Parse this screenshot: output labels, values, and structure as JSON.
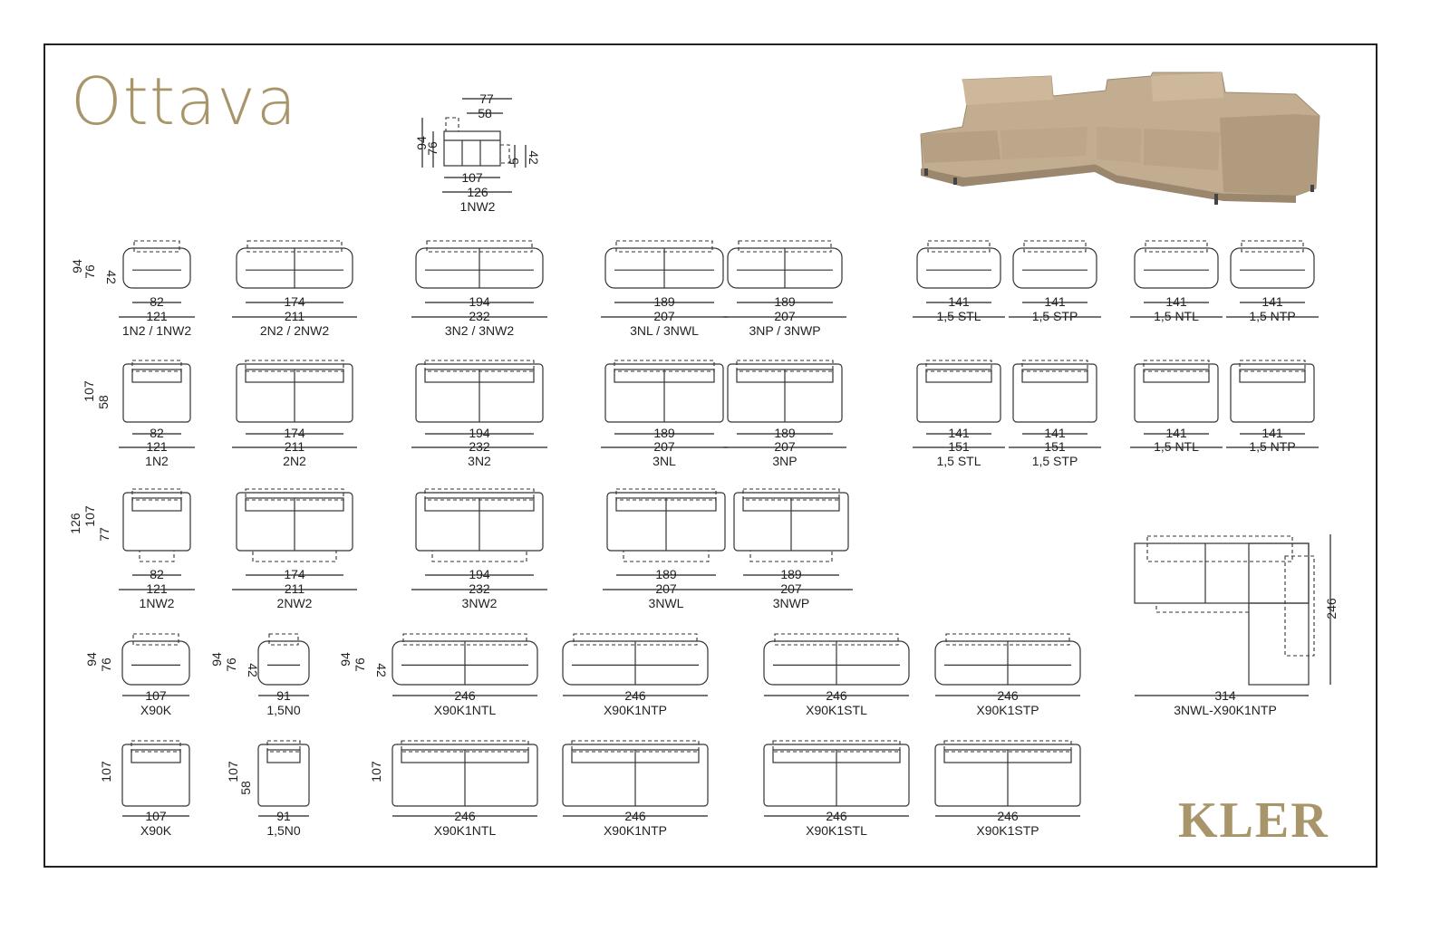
{
  "title": "Ottava",
  "brand": "KLER",
  "colors": {
    "accent": "#a8956a",
    "photo_leather": "#c2ad90"
  },
  "top_profile": {
    "code": "1NW2",
    "dims": [
      "77",
      "58",
      "94",
      "76",
      "5",
      "42",
      "107",
      "126"
    ]
  },
  "row1": {
    "side_dims": [
      "94",
      "76",
      "42"
    ],
    "items": [
      {
        "id": "r1a",
        "w": "82",
        "o": "121",
        "code": "1N2 / 1NW2"
      },
      {
        "id": "r1b",
        "w": "174",
        "o": "211",
        "code": "2N2 / 2NW2"
      },
      {
        "id": "r1c",
        "w": "194",
        "o": "232",
        "code": "3N2 / 3NW2"
      },
      {
        "id": "r1d",
        "w": "189",
        "o": "207",
        "code": "3NL / 3NWL"
      },
      {
        "id": "r1e",
        "w": "189",
        "o": "207",
        "code": "3NP / 3NWP"
      },
      {
        "id": "r1f",
        "w": "141",
        "code": "1,5 STL"
      },
      {
        "id": "r1g",
        "w": "141",
        "code": "1,5 STP"
      },
      {
        "id": "r1h",
        "w": "141",
        "code": "1,5 NTL"
      },
      {
        "id": "r1i",
        "w": "141",
        "code": "1,5 NTP"
      }
    ]
  },
  "row2": {
    "side_dims": [
      "107",
      "58"
    ],
    "items": [
      {
        "id": "r2a",
        "w": "82",
        "o": "121",
        "code": "1N2"
      },
      {
        "id": "r2b",
        "w": "174",
        "o": "211",
        "code": "2N2"
      },
      {
        "id": "r2c",
        "w": "194",
        "o": "232",
        "code": "3N2"
      },
      {
        "id": "r2d",
        "w": "189",
        "o": "207",
        "code": "3NL"
      },
      {
        "id": "r2e",
        "w": "189",
        "o": "207",
        "code": "3NP"
      },
      {
        "id": "r2f",
        "w": "141",
        "o": "151",
        "code": "1,5 STL"
      },
      {
        "id": "r2g",
        "w": "141",
        "o": "151",
        "code": "1,5 STP"
      },
      {
        "id": "r2h",
        "w": "141",
        "code": "1,5 NTL"
      },
      {
        "id": "r2i",
        "w": "141",
        "code": "1,5 NTP"
      }
    ]
  },
  "row3": {
    "side_dims": [
      "126",
      "107",
      "77"
    ],
    "items": [
      {
        "id": "r3a",
        "w": "82",
        "o": "121",
        "code": "1NW2"
      },
      {
        "id": "r3b",
        "w": "174",
        "o": "211",
        "code": "2NW2"
      },
      {
        "id": "r3c",
        "w": "194",
        "o": "232",
        "code": "3NW2"
      },
      {
        "id": "r3d",
        "w": "189",
        "o": "207",
        "code": "3NWL"
      },
      {
        "id": "r3e",
        "w": "189",
        "o": "207",
        "code": "3NWP"
      }
    ]
  },
  "row4": {
    "side_dims_a": [
      "94",
      "76"
    ],
    "side_dims_b": [
      "94",
      "76",
      "42"
    ],
    "side_dims_c": [
      "94",
      "76",
      "42"
    ],
    "items": [
      {
        "id": "r4a",
        "w": "107",
        "code": "X90K"
      },
      {
        "id": "r4b",
        "w": "91",
        "code": "1,5N0"
      },
      {
        "id": "r4c",
        "w": "246",
        "code": "X90K1NTL"
      },
      {
        "id": "r4d",
        "w": "246",
        "code": "X90K1NTP"
      },
      {
        "id": "r4e",
        "w": "246",
        "code": "X90K1STL"
      },
      {
        "id": "r4f",
        "w": "246",
        "code": "X90K1STP"
      }
    ]
  },
  "row5": {
    "side_dims_a": [
      "107"
    ],
    "side_dims_b": [
      "107",
      "58"
    ],
    "side_dims_c": [
      "107"
    ],
    "items": [
      {
        "id": "r5a",
        "w": "107",
        "code": "X90K"
      },
      {
        "id": "r5b",
        "w": "91",
        "code": "1,5N0"
      },
      {
        "id": "r5c",
        "w": "246",
        "code": "X90K1NTL"
      },
      {
        "id": "r5d",
        "w": "246",
        "code": "X90K1NTP"
      },
      {
        "id": "r5e",
        "w": "246",
        "code": "X90K1STL"
      },
      {
        "id": "r5f",
        "w": "246",
        "code": "X90K1STP"
      }
    ]
  },
  "corner": {
    "w": "314",
    "h": "246",
    "code": "3NWL-X90K1NTP"
  }
}
